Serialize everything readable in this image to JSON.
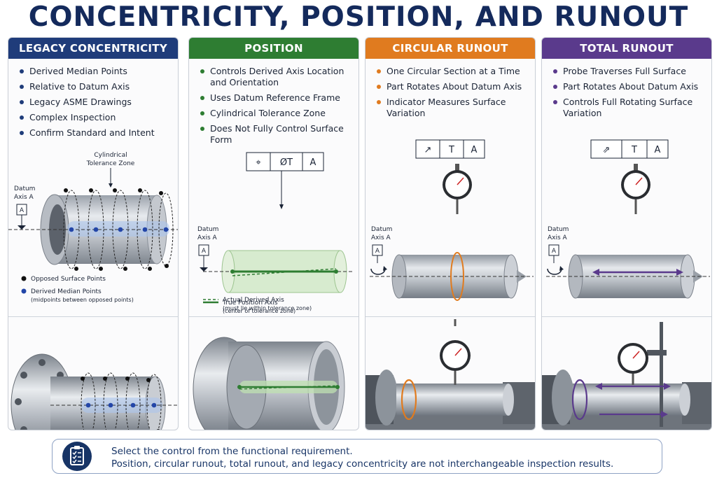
{
  "title": "CONCENTRICITY, POSITION, AND RUNOUT",
  "colors": {
    "title": "#142a5c",
    "concentricity": "#1f3c7a",
    "position": "#2e7d32",
    "circular_runout": "#e07b1f",
    "total_runout": "#5a3a8c"
  },
  "panels": {
    "concentricity": {
      "header": "LEGACY CONCENTRICITY",
      "bullets": [
        "Derived Median Points",
        "Relative to Datum Axis",
        "Legacy ASME Drawings",
        "Complex Inspection",
        "Confirm Standard and Intent"
      ],
      "zone_label_1": "Cylindrical",
      "zone_label_2": "Tolerance Zone",
      "datum_label_1": "Datum",
      "datum_label_2": "Axis A",
      "datum_letter": "A",
      "legend_opposed": "Opposed Surface Points",
      "legend_median": "Derived Median Points",
      "legend_median_note": "(midpoints between opposed points)"
    },
    "position": {
      "header": "POSITION",
      "bullets": [
        "Controls Derived Axis Location and Orientation",
        "Uses Datum Reference Frame",
        "Cylindrical Tolerance Zone",
        "Does Not Fully Control Surface Form"
      ],
      "fcf": [
        "⌖",
        "ØT",
        "A"
      ],
      "datum_label_1": "Datum",
      "datum_label_2": "Axis A",
      "datum_letter": "A",
      "legend_true": "True Position Axis",
      "legend_true_note": "(center of tolerance zone)",
      "legend_actual": "Actual Derived Axis",
      "legend_actual_note": "(must lie within tolerance zone)"
    },
    "circular_runout": {
      "header": "CIRCULAR RUNOUT",
      "bullets": [
        "One Circular Section at a Time",
        "Part Rotates About Datum Axis",
        "Indicator Measures Surface Variation"
      ],
      "fcf": [
        "↗",
        "T",
        "A"
      ],
      "datum_label_1": "Datum",
      "datum_label_2": "Axis A",
      "datum_letter": "A"
    },
    "total_runout": {
      "header": "TOTAL RUNOUT",
      "bullets": [
        "Probe Traverses Full Surface",
        "Part Rotates About Datum Axis",
        "Controls Full Rotating Surface Variation"
      ],
      "fcf": [
        "⇗",
        "T",
        "A"
      ],
      "datum_label_1": "Datum",
      "datum_label_2": "Axis A",
      "datum_letter": "A"
    }
  },
  "footer": {
    "line1": "Select the control from the functional requirement.",
    "line2": "Position, circular runout, total runout, and legacy concentricity are not interchangeable inspection results.",
    "icon": "clipboard-checklist-icon"
  }
}
